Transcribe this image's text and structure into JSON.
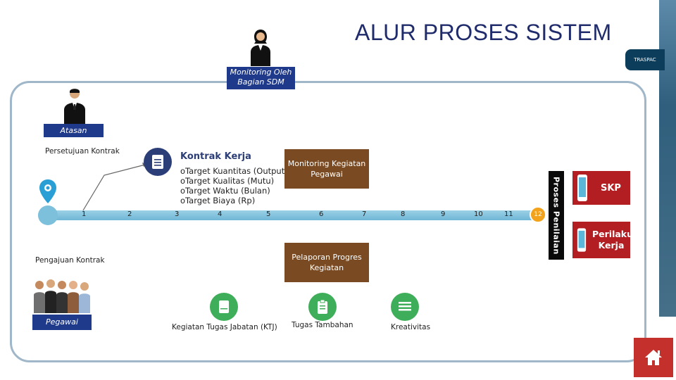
{
  "title": "ALUR PROSES SISTEM",
  "actors": {
    "monitoring_sdm": "Monitoring Oleh Bagian SDM",
    "atasan": "Atasan",
    "pegawai": "Pegawai"
  },
  "labels": {
    "persetujuan": "Persetujuan Kontrak",
    "pengajuan": "Pengajuan Kontrak",
    "kontrak_kerja": "Kontrak Kerja",
    "monitoring_kegiatan": "Monitoring Kegiatan Pegawai",
    "pelaporan": "Pelaporan Progres Kegiatan",
    "proses_penilaian": "Proses Penilaian",
    "skp": "SKP",
    "perilaku": "Perilaku Kerja",
    "ktj": "Kegiatan Tugas Jabatan (KTJ)",
    "tugas_tambahan": "Tugas Tambahan",
    "kreativitas": "Kreativitas"
  },
  "kontrak_items": [
    "Target Kuantitas (Output)",
    "Target Kualitas (Mutu)",
    "Target Waktu (Bulan)",
    "Target Biaya (Rp)"
  ],
  "steps": [
    "1",
    "2",
    "3",
    "4",
    "5",
    "6",
    "7",
    "8",
    "9",
    "10",
    "11",
    "12"
  ],
  "colors": {
    "navy": "#1f3a8a",
    "brown": "#7a4b22",
    "red": "#b21e21",
    "green": "#3fae5a",
    "timeline": "#7cc0dc"
  }
}
